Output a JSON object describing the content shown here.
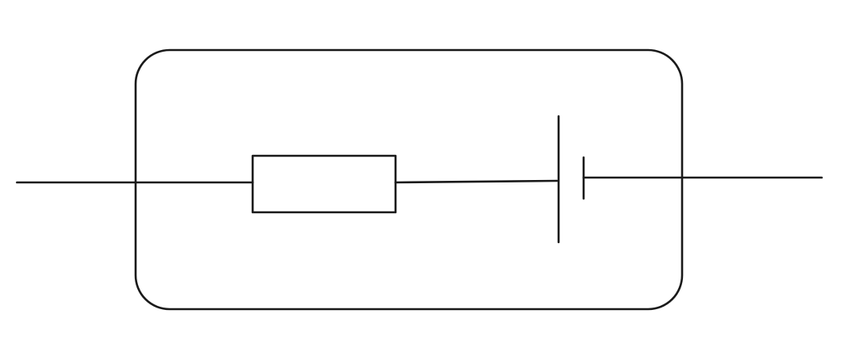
{
  "diagram": {
    "kind": "circuit",
    "components": [
      {
        "type": "resistor",
        "order": 1
      },
      {
        "type": "cell",
        "order": 2
      }
    ],
    "enclosure": "rounded-rectangle",
    "colors": {
      "stroke": "#1a1a1a",
      "background": "#ffffff"
    }
  }
}
